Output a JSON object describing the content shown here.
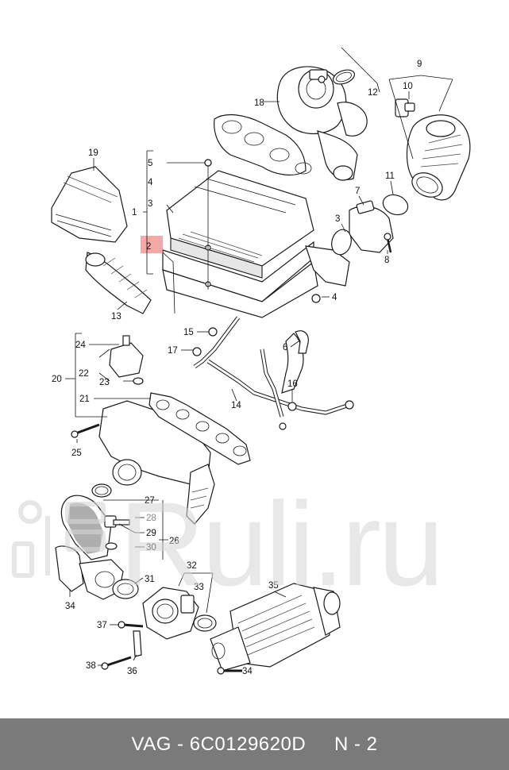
{
  "diagram": {
    "highlight_color": "#f28b8b",
    "callouts": [
      {
        "id": "c1",
        "text": "1"
      },
      {
        "id": "c2",
        "text": "2"
      },
      {
        "id": "c3a",
        "text": "3"
      },
      {
        "id": "c3b",
        "text": "3"
      },
      {
        "id": "c4a",
        "text": "4"
      },
      {
        "id": "c4b",
        "text": "4"
      },
      {
        "id": "c5",
        "text": "5"
      },
      {
        "id": "c6",
        "text": "6"
      },
      {
        "id": "c7",
        "text": "7"
      },
      {
        "id": "c8",
        "text": "8"
      },
      {
        "id": "c9",
        "text": "9"
      },
      {
        "id": "c10",
        "text": "10"
      },
      {
        "id": "c11",
        "text": "11"
      },
      {
        "id": "c12",
        "text": "12"
      },
      {
        "id": "c13",
        "text": "13"
      },
      {
        "id": "c14",
        "text": "14"
      },
      {
        "id": "c15",
        "text": "15"
      },
      {
        "id": "c16",
        "text": "16"
      },
      {
        "id": "c17",
        "text": "17"
      },
      {
        "id": "c18",
        "text": "18"
      },
      {
        "id": "c19",
        "text": "19"
      },
      {
        "id": "c20",
        "text": "20"
      },
      {
        "id": "c21",
        "text": "21"
      },
      {
        "id": "c22",
        "text": "22"
      },
      {
        "id": "c23",
        "text": "23"
      },
      {
        "id": "c24",
        "text": "24"
      },
      {
        "id": "c25",
        "text": "25"
      },
      {
        "id": "c26",
        "text": "26"
      },
      {
        "id": "c27",
        "text": "27"
      },
      {
        "id": "c28",
        "text": "28"
      },
      {
        "id": "c29",
        "text": "29"
      },
      {
        "id": "c30",
        "text": "30"
      },
      {
        "id": "c31",
        "text": "31"
      },
      {
        "id": "c32",
        "text": "32"
      },
      {
        "id": "c33",
        "text": "33"
      },
      {
        "id": "c34a",
        "text": "34"
      },
      {
        "id": "c34b",
        "text": "34"
      },
      {
        "id": "c35",
        "text": "35"
      },
      {
        "id": "c36",
        "text": "36"
      },
      {
        "id": "c37",
        "text": "37"
      },
      {
        "id": "c38",
        "text": "38"
      }
    ]
  },
  "watermark": {
    "text": "Ruli.ru",
    "color": "#d6d6d6"
  },
  "footer": {
    "text": "VAG - 6C0129620D     N - 2",
    "background": "#7a7a7a"
  }
}
